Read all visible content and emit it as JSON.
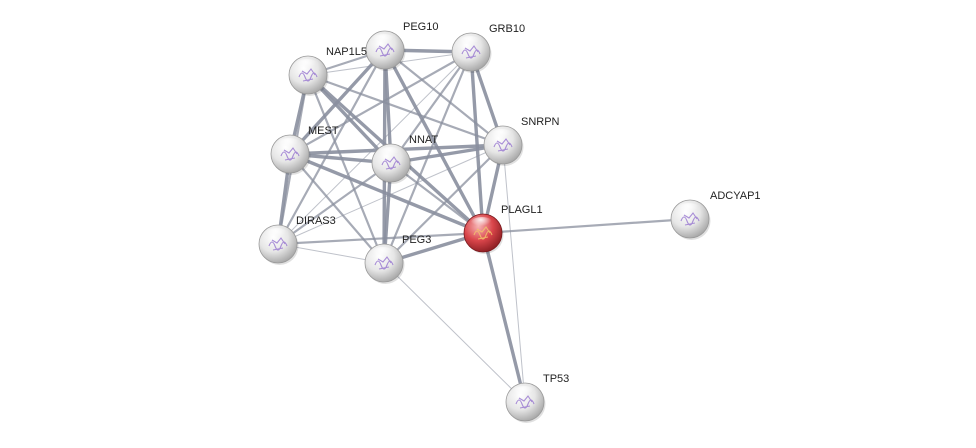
{
  "network": {
    "nodes": [
      {
        "id": "PEG10",
        "label": "PEG10",
        "color": "#e8e8e8"
      },
      {
        "id": "GRB10",
        "label": "GRB10",
        "color": "#e8e8e8"
      },
      {
        "id": "NAP1L5",
        "label": "NAP1L5",
        "color": "#e8e8e8"
      },
      {
        "id": "MEST",
        "label": "MEST",
        "color": "#e8e8e8"
      },
      {
        "id": "NNAT",
        "label": "NNAT",
        "color": "#e8e8e8"
      },
      {
        "id": "SNRPN",
        "label": "SNRPN",
        "color": "#e8e8e8"
      },
      {
        "id": "PLAGL1",
        "label": "PLAGL1",
        "color": "#d9454a"
      },
      {
        "id": "ADCYAP1",
        "label": "ADCYAP1",
        "color": "#e8e8e8"
      },
      {
        "id": "DIRAS3",
        "label": "DIRAS3",
        "color": "#e8e8e8"
      },
      {
        "id": "PEG3",
        "label": "PEG3",
        "color": "#e8e8e8"
      },
      {
        "id": "TP53",
        "label": "TP53",
        "color": "#e8e8e8"
      }
    ],
    "edges": [
      {
        "source": "NAP1L5",
        "target": "PEG10",
        "strength": "medium"
      },
      {
        "source": "NAP1L5",
        "target": "GRB10",
        "strength": "weak"
      },
      {
        "source": "NAP1L5",
        "target": "MEST",
        "strength": "strong"
      },
      {
        "source": "NAP1L5",
        "target": "NNAT",
        "strength": "strong"
      },
      {
        "source": "NAP1L5",
        "target": "SNRPN",
        "strength": "medium"
      },
      {
        "source": "NAP1L5",
        "target": "PLAGL1",
        "strength": "strong"
      },
      {
        "source": "NAP1L5",
        "target": "DIRAS3",
        "strength": "medium"
      },
      {
        "source": "NAP1L5",
        "target": "PEG3",
        "strength": "medium"
      },
      {
        "source": "PEG10",
        "target": "GRB10",
        "strength": "strong"
      },
      {
        "source": "PEG10",
        "target": "MEST",
        "strength": "strong"
      },
      {
        "source": "PEG10",
        "target": "NNAT",
        "strength": "strong"
      },
      {
        "source": "PEG10",
        "target": "SNRPN",
        "strength": "medium"
      },
      {
        "source": "PEG10",
        "target": "PLAGL1",
        "strength": "strong"
      },
      {
        "source": "PEG10",
        "target": "DIRAS3",
        "strength": "medium"
      },
      {
        "source": "PEG10",
        "target": "PEG3",
        "strength": "strong"
      },
      {
        "source": "GRB10",
        "target": "MEST",
        "strength": "medium"
      },
      {
        "source": "GRB10",
        "target": "NNAT",
        "strength": "medium"
      },
      {
        "source": "GRB10",
        "target": "SNRPN",
        "strength": "strong"
      },
      {
        "source": "GRB10",
        "target": "PLAGL1",
        "strength": "strong"
      },
      {
        "source": "GRB10",
        "target": "DIRAS3",
        "strength": "weak"
      },
      {
        "source": "GRB10",
        "target": "PEG3",
        "strength": "medium"
      },
      {
        "source": "MEST",
        "target": "NNAT",
        "strength": "strong"
      },
      {
        "source": "MEST",
        "target": "SNRPN",
        "strength": "strong"
      },
      {
        "source": "MEST",
        "target": "PLAGL1",
        "strength": "strong"
      },
      {
        "source": "MEST",
        "target": "DIRAS3",
        "strength": "strong"
      },
      {
        "source": "MEST",
        "target": "PEG3",
        "strength": "medium"
      },
      {
        "source": "NNAT",
        "target": "SNRPN",
        "strength": "strong"
      },
      {
        "source": "NNAT",
        "target": "PLAGL1",
        "strength": "medium"
      },
      {
        "source": "NNAT",
        "target": "DIRAS3",
        "strength": "medium"
      },
      {
        "source": "NNAT",
        "target": "PEG3",
        "strength": "strong"
      },
      {
        "source": "SNRPN",
        "target": "PLAGL1",
        "strength": "strong"
      },
      {
        "source": "SNRPN",
        "target": "DIRAS3",
        "strength": "weak"
      },
      {
        "source": "SNRPN",
        "target": "PEG3",
        "strength": "medium"
      },
      {
        "source": "SNRPN",
        "target": "TP53",
        "strength": "weak"
      },
      {
        "source": "PLAGL1",
        "target": "DIRAS3",
        "strength": "medium"
      },
      {
        "source": "PLAGL1",
        "target": "PEG3",
        "strength": "strong"
      },
      {
        "source": "PLAGL1",
        "target": "ADCYAP1",
        "strength": "medium"
      },
      {
        "source": "PLAGL1",
        "target": "TP53",
        "strength": "strong"
      },
      {
        "source": "DIRAS3",
        "target": "PEG3",
        "strength": "weak"
      },
      {
        "source": "PEG3",
        "target": "TP53",
        "strength": "weak"
      }
    ],
    "colors": {
      "edge": "#8a8f9e",
      "node_default": "#e8e8e8",
      "node_query": "#d9454a",
      "label": "#222222"
    }
  }
}
